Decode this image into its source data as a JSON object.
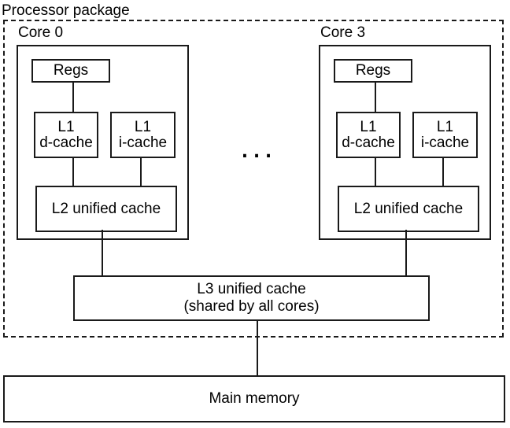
{
  "diagram": {
    "package_label": "Processor package",
    "ellipsis": "...",
    "cores": [
      {
        "label": "Core 0",
        "regs_label": "Regs",
        "l1d_line1": "L1",
        "l1d_line2": "d-cache",
        "l1i_line1": "L1",
        "l1i_line2": "i-cache",
        "l2_label": "L2 unified cache"
      },
      {
        "label": "Core 3",
        "regs_label": "Regs",
        "l1d_line1": "L1",
        "l1d_line2": "d-cache",
        "l1i_line1": "L1",
        "l1i_line2": "i-cache",
        "l2_label": "L2 unified cache"
      }
    ],
    "l3_line1": "L3 unified cache",
    "l3_line2": "(shared by all cores)",
    "main_memory_label": "Main memory",
    "colors": {
      "line": "#1a1a1a",
      "background": "#ffffff"
    }
  }
}
